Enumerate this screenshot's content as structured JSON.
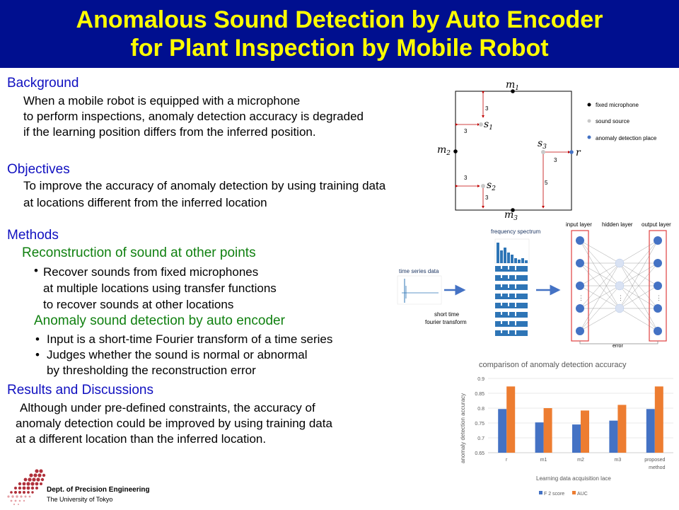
{
  "title": {
    "line1": "Anomalous Sound Detection by Auto Encoder",
    "line2": "for Plant Inspection by Mobile Robot"
  },
  "background": {
    "heading": "Background",
    "lines": [
      "When a mobile robot is equipped with a microphone",
      "to perform inspections, anomaly detection accuracy is degraded",
      "if the learning position differs from the inferred position."
    ]
  },
  "objectives": {
    "heading": "Objectives",
    "lines": [
      "To improve the accuracy of anomaly detection by using training data",
      "at locations different from the inferred location"
    ]
  },
  "methods": {
    "heading": "Methods",
    "sub1": {
      "title": "Reconstruction of sound at other points",
      "bullet": "•",
      "lines": [
        "Recover sounds from fixed microphones",
        "at multiple locations using transfer functions",
        "to recover sounds at other locations"
      ]
    },
    "sub2": {
      "title": "Anomaly sound detection by auto encoder",
      "bullet": "•",
      "item1": "Input is a short-time Fourier transform of a time series",
      "item2_lines": [
        "Judges whether the sound is normal or abnormal",
        "by thresholding the reconstruction error"
      ]
    }
  },
  "results": {
    "heading": "Results and Discussions",
    "lines": [
      "Although under pre-defined constraints, the accuracy of",
      "anomaly detection could be improved by using training data",
      "at a different location than the inferred location."
    ]
  },
  "logo": {
    "line1": "Dept. of Precision Engineering",
    "line2": "The University of Tokyo"
  },
  "room_diagram": {
    "labels": {
      "m1": "m",
      "m1_sub": "1",
      "m2": "m",
      "m2_sub": "2",
      "m3": "m",
      "m3_sub": "3",
      "s1": "s",
      "s1_sub": "1",
      "s2": "s",
      "s2_sub": "2",
      "s3": "s",
      "s3_sub": "3",
      "r": "r"
    },
    "dims": [
      "3",
      "3",
      "3",
      "3",
      "3",
      "5"
    ],
    "legend": [
      "fixed microphone",
      "sound source",
      "anomaly detection place"
    ],
    "colors": {
      "mic": "#000000",
      "source": "#c8c8c8",
      "place": "#4472c4",
      "arrow": "#c00000"
    }
  },
  "pipeline": {
    "time_series_label": "time series data",
    "stft_label_1": "short time",
    "stft_label_2": "fourier transform",
    "spectrum_label": "frequency spectrum",
    "input_layer": "input layer",
    "hidden_layer": "hidden layer",
    "output_layer": "output layer",
    "error_label": "error",
    "dots": "⋮",
    "colors": {
      "node": "#4472c4",
      "hidden": "#d9e2f3",
      "box": "#e04040",
      "spec": "#2e75b6"
    }
  },
  "chart_data": {
    "type": "bar",
    "title": "comparison of anomaly detection accuracy",
    "xlabel": "Learning data acquisition lace",
    "ylabel": "anomaly detection accuracy",
    "categories": [
      "r",
      "m1",
      "m2",
      "m3",
      "proposed method"
    ],
    "category_lines": [
      [
        "r"
      ],
      [
        "m1"
      ],
      [
        "m2"
      ],
      [
        "m3"
      ],
      [
        "proposed",
        "method"
      ]
    ],
    "series": [
      {
        "name": "F 2  score",
        "values": [
          0.797,
          0.752,
          0.745,
          0.758,
          0.797
        ],
        "color": "#4472c4"
      },
      {
        "name": "AUC",
        "values": [
          0.873,
          0.8,
          0.792,
          0.811,
          0.873
        ],
        "color": "#ed7d31"
      }
    ],
    "ylim": [
      0.65,
      0.9
    ],
    "yticks": [
      "0.65",
      "0.7",
      "0.75",
      "0.8",
      "0.85",
      "0.9"
    ],
    "grid": true,
    "legend_position": "bottom"
  }
}
